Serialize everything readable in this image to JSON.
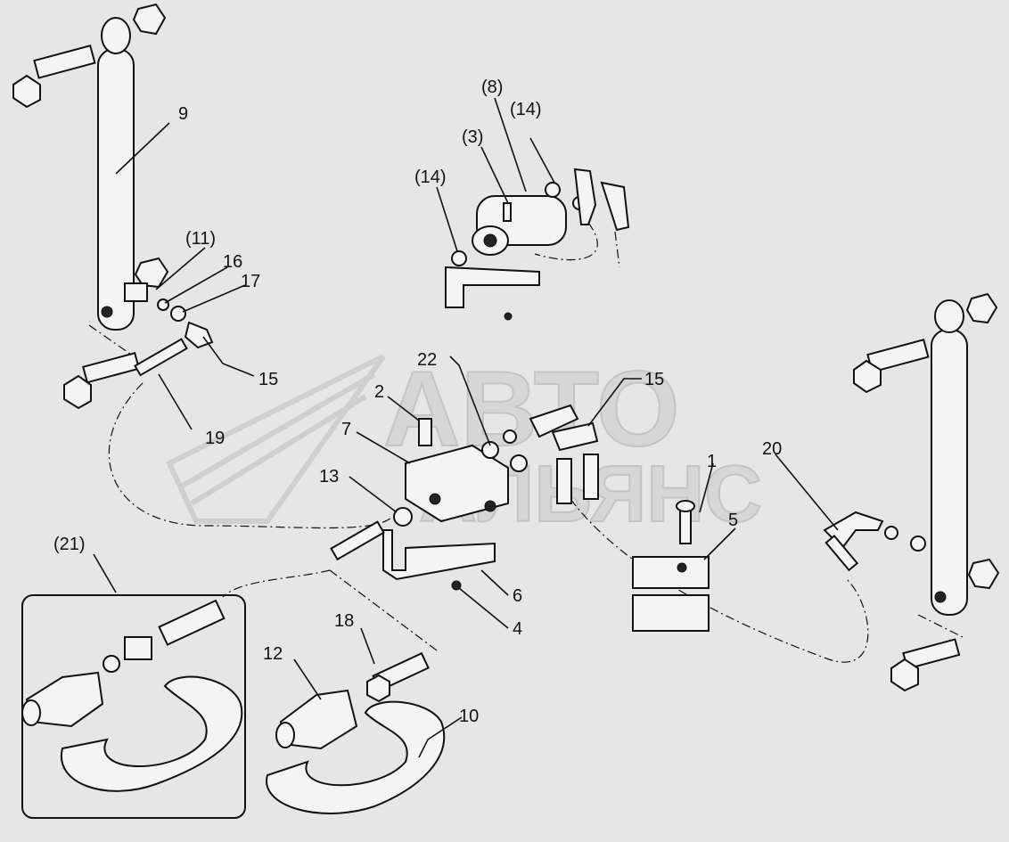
{
  "watermark": {
    "line1": "АВТО",
    "line2": "АЛЬЯНС"
  },
  "callouts": {
    "c1": "1",
    "c2": "2",
    "c3": "(3)",
    "c4": "4",
    "c5": "5",
    "c6": "6",
    "c7": "7",
    "c8": "(8)",
    "c9": "9",
    "c10": "10",
    "c11": "(11)",
    "c12": "12",
    "c13": "13",
    "c14a": "(14)",
    "c14b": "(14)",
    "c15a": "15",
    "c15b": "15",
    "c16": "16",
    "c17": "17",
    "c18": "18",
    "c19": "19",
    "c20": "20",
    "c21": "(21)",
    "c22": "22"
  },
  "colors": {
    "background": "#e6e6e6",
    "line": "#111111",
    "watermark": "#cfcfcf"
  }
}
